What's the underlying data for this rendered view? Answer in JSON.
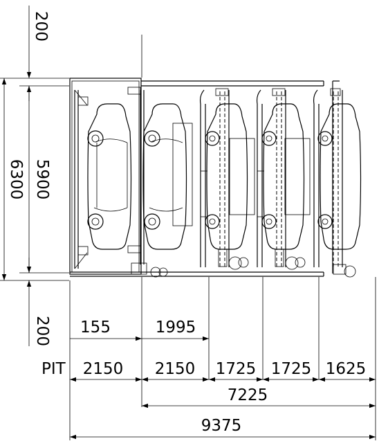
{
  "vertical_dims": {
    "top_200": "200",
    "height_5900": "5900",
    "height_6300": "6300",
    "bottom_200": "200"
  },
  "offset_dims": {
    "d155": "155",
    "d1995": "1995"
  },
  "bay_row": {
    "pit_label": "PIT",
    "bays": [
      "2150",
      "2150",
      "1725",
      "1725",
      "1625"
    ]
  },
  "totals": {
    "t7225": "7225",
    "t9375": "9375"
  }
}
